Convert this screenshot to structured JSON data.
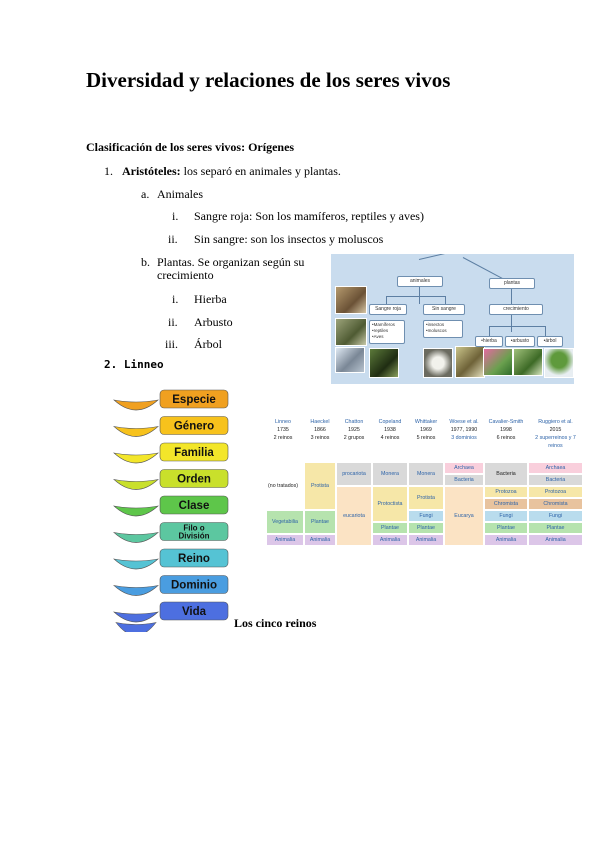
{
  "title": "Diversidad y relaciones de los seres vivos",
  "section": "Clasificación de los seres vivos: Orígenes",
  "list": {
    "item1": {
      "marker": "1.",
      "bold": "Aristóteles:",
      "text": " los separó en animales y plantas."
    },
    "a": {
      "marker": "a.",
      "text": "Animales"
    },
    "a_i": {
      "marker": "i.",
      "text": "Sangre roja: Son los mamíferos, reptiles y aves)"
    },
    "a_ii": {
      "marker": "ii.",
      "text": "Sin sangre: son los insectos y moluscos"
    },
    "b": {
      "marker": "b.",
      "line1": "Plantas. Se organizan según su",
      "line2": "crecimiento"
    },
    "b_i": {
      "marker": "i.",
      "text": "Hierba"
    },
    "b_ii": {
      "marker": "ii.",
      "text": "Arbusto"
    },
    "b_iii": {
      "marker": "iii.",
      "text": "Árbol"
    },
    "item2": "2. Linneo"
  },
  "aristotle_diagram": {
    "animales": "animales",
    "plantas": "plantas",
    "sangre_roja": "Sangre roja",
    "sin_sangre": "Sin sangre",
    "crecimiento": "crecimiento",
    "red_list": [
      "•Mamíferos",
      "•reptiles",
      "•Aves"
    ],
    "no_blood_list": [
      "•insectos",
      "•moluscos"
    ],
    "hierba": "•hierba",
    "arbusto": "•arbusto",
    "arbol": "•árbol"
  },
  "linneo_ranks": [
    {
      "label": "Especie",
      "color": "#f0a020"
    },
    {
      "label": "Género",
      "color": "#f7c21c"
    },
    {
      "label": "Familia",
      "color": "#f3e62a"
    },
    {
      "label": "Orden",
      "color": "#c9e02b"
    },
    {
      "label": "Clase",
      "color": "#5ec64a"
    },
    {
      "label": "Filo o División",
      "color": "#5cc7a0"
    },
    {
      "label": "Reino",
      "color": "#55c3d4"
    },
    {
      "label": "Dominio",
      "color": "#4a9de0"
    },
    {
      "label": "Vida",
      "color": "#4d6fe0"
    }
  ],
  "caption": "Los cinco reinos",
  "kingdom_table": {
    "headers": [
      {
        "name": "Linneo",
        "year": "1735",
        "count": "2 reinos"
      },
      {
        "name": "Haeckel",
        "year": "1866",
        "count": "3 reinos"
      },
      {
        "name": "Chatton",
        "year": "1925",
        "count": "2 grupos"
      },
      {
        "name": "Copeland",
        "year": "1938",
        "count": "4 reinos"
      },
      {
        "name": "Whittaker",
        "year": "1969",
        "count": "5 reinos"
      },
      {
        "name": "Woese et al.",
        "year": "1977, 1990",
        "count": "3 dominios"
      },
      {
        "name": "Cavalier-Smith",
        "year": "1998",
        "count": "6 reinos"
      },
      {
        "name": "Ruggiero et al.",
        "year": "2015",
        "count": "2 superreinos y 7 reinos"
      }
    ],
    "no_tratados": "(no tratados)",
    "protista": "Protista",
    "procariota": "procariota",
    "monera": "Monera",
    "archaea": "Archaea",
    "bacteria": "Bacteria",
    "protoctista": "Protoctista",
    "eucariota": "eucariota",
    "eucarya": "Eucarya",
    "protozoa": "Protozoa",
    "chromista": "Chromista",
    "fungi": "Fungi",
    "vegetabilia": "Vegetabilia",
    "plantae": "Plantae",
    "animalia": "Animalia"
  }
}
